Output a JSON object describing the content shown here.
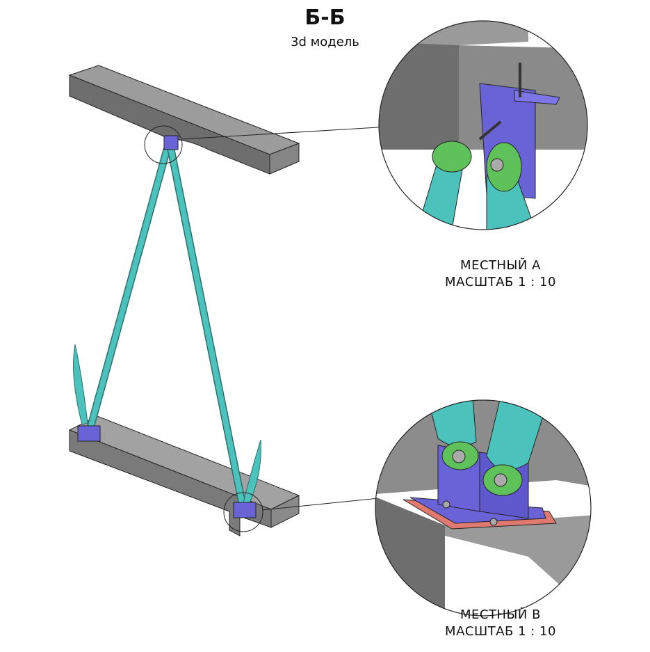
{
  "title": "Б-Б",
  "subtitle": "3d модель",
  "detail_a": {
    "line1": "МЕСТНЫЙ А",
    "line2": "МАСШТАБ 1 : 10"
  },
  "detail_b": {
    "line1": "МЕСТНЫЙ В",
    "line2": "МАСШТАБ 1 : 10"
  },
  "colors": {
    "concrete_top": "#9a9a9a",
    "concrete_side": "#7a7a7a",
    "strut": "#3fb5b0",
    "plate": "#6a63d8",
    "lug": "#5ec15a",
    "gasket": "#e07a70"
  }
}
